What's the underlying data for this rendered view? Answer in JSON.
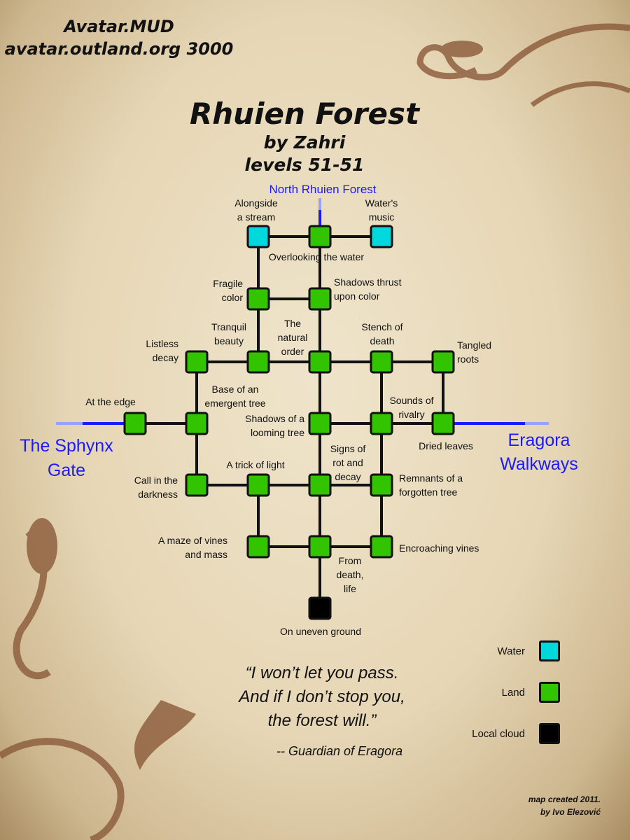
{
  "header": {
    "line1": "Avatar.MUD",
    "line2": "avatar.outland.org 3000"
  },
  "title": {
    "name": "Rhuien Forest",
    "author": "by Zahri",
    "levels": "levels 51-51"
  },
  "colors": {
    "water": "#00d8dc",
    "land": "#33c400",
    "local_cloud": "#000000",
    "exit": "#1a1aff"
  },
  "exits": {
    "north": "North Rhuien Forest",
    "west": "The Sphynx Gate",
    "east": "Eragora Walkways"
  },
  "rooms": [
    {
      "name": "Alongside a stream",
      "terrain": "water"
    },
    {
      "name": "Overlooking the water",
      "terrain": "land"
    },
    {
      "name": "Water's music",
      "terrain": "water"
    },
    {
      "name": "Fragile color",
      "terrain": "land"
    },
    {
      "name": "Shadows thrust upon color",
      "terrain": "land"
    },
    {
      "name": "Listless decay",
      "terrain": "land"
    },
    {
      "name": "Tranquil beauty",
      "terrain": "land"
    },
    {
      "name": "The natural order",
      "terrain": "land"
    },
    {
      "name": "Stench of death",
      "terrain": "land"
    },
    {
      "name": "Tangled roots",
      "terrain": "land"
    },
    {
      "name": "At the edge",
      "terrain": "land"
    },
    {
      "name": "Base of an emergent tree",
      "terrain": "land"
    },
    {
      "name": "Shadows of a looming tree",
      "terrain": "land"
    },
    {
      "name": "Sounds of rivalry",
      "terrain": "land"
    },
    {
      "name": "Dried leaves",
      "terrain": "land"
    },
    {
      "name": "Call in the darkness",
      "terrain": "land"
    },
    {
      "name": "A trick of light",
      "terrain": "land"
    },
    {
      "name": "Signs of rot and decay",
      "terrain": "land"
    },
    {
      "name": "Remnants of a forgotten tree",
      "terrain": "land"
    },
    {
      "name": "A maze of vines and mass",
      "terrain": "land"
    },
    {
      "name": "From death, life",
      "terrain": "land"
    },
    {
      "name": "Encroaching vines",
      "terrain": "land"
    },
    {
      "name": "On uneven ground",
      "terrain": "local_cloud"
    }
  ],
  "legend": {
    "water": "Water",
    "land": "Land",
    "local_cloud": "Local cloud"
  },
  "quote": {
    "l1": "“I won’t let you pass.",
    "l2": "And if I don’t stop you,",
    "l3": "the forest will.”",
    "attribution": "-- Guardian of Eragora"
  },
  "credit": {
    "l1": "map created 2011.",
    "l2": "by Ivo Elezović"
  }
}
